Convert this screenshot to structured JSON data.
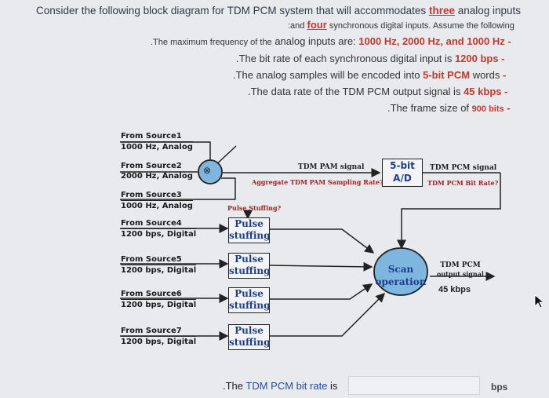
{
  "question": {
    "line1": "Consider the following block diagram for TDM PCM system that will accommodates",
    "line1_three": "three",
    "line1_end": "analog inputs",
    "line2_pre": ":and",
    "line2_four": "four",
    "line2_end": "synchronous digital inputs. Assume the following",
    "b1_pre": ".The maximum frequency of the",
    "b1_mid": "analog inputs are:",
    "b1_val": "1000 Hz, 2000 Hz, and 1000 Hz",
    "b1_dash": "-",
    "b2_pre": ".The bit rate of each synchronous digital input is",
    "b2_val": "1200 bps",
    "b2_dash": "-",
    "b3_pre": ".The analog samples will be encoded into",
    "b3_val": "5-bit PCM",
    "b3_end": "words",
    "b3_dash": "-",
    "b4_pre": ".The data rate of the TDM PCM output signal is",
    "b4_val": "45 kbps",
    "b4_dash": "-",
    "b5_pre": ".The frame size of",
    "b5_val": "900 bits",
    "b5_dash": "-"
  },
  "sources": [
    {
      "name": "From Source1",
      "desc": "1000 Hz, Analog"
    },
    {
      "name": "From Source2",
      "desc": "2000 Hz, Analog"
    },
    {
      "name": "From Source3",
      "desc": "1000 Hz, Analog"
    },
    {
      "name": "From Source4",
      "desc": "1200 bps, Digital"
    },
    {
      "name": "From Source5",
      "desc": "1200 bps, Digital"
    },
    {
      "name": "From Source6",
      "desc": "1200 bps, Digital"
    },
    {
      "name": "From Source7",
      "desc": "1200 bps, Digital"
    }
  ],
  "diagram": {
    "pulse_stuffing_question": "Pulse Stuffing?",
    "pulse_line1": "Pulse",
    "pulse_line2": "stuffing",
    "tdm_pam_signal": "TDM PAM signal",
    "tdm_pam_rate": "Aggregate TDM PAM Sampling Rate?",
    "ad_line1": "5-bit",
    "ad_line2": "A/D",
    "tdm_pcm_signal": "TDM PCM signal",
    "tdm_pcm_bitrate_q": "TDM PCM Bit Rate?",
    "scan_line1": "Scan",
    "scan_line2": "operation",
    "out_label1": "TDM PCM",
    "out_label2": "output signal",
    "out_rate": "45 kbps"
  },
  "answer": {
    "prompt_pre": ".The",
    "prompt_key": "TDM PCM bit rate",
    "prompt_end": "is",
    "unit": "bps",
    "value": ""
  },
  "colors": {
    "accent_red": "#c0392b",
    "accent_blue": "#1f4e9b",
    "commutator_fill": "#7fb6e0"
  }
}
